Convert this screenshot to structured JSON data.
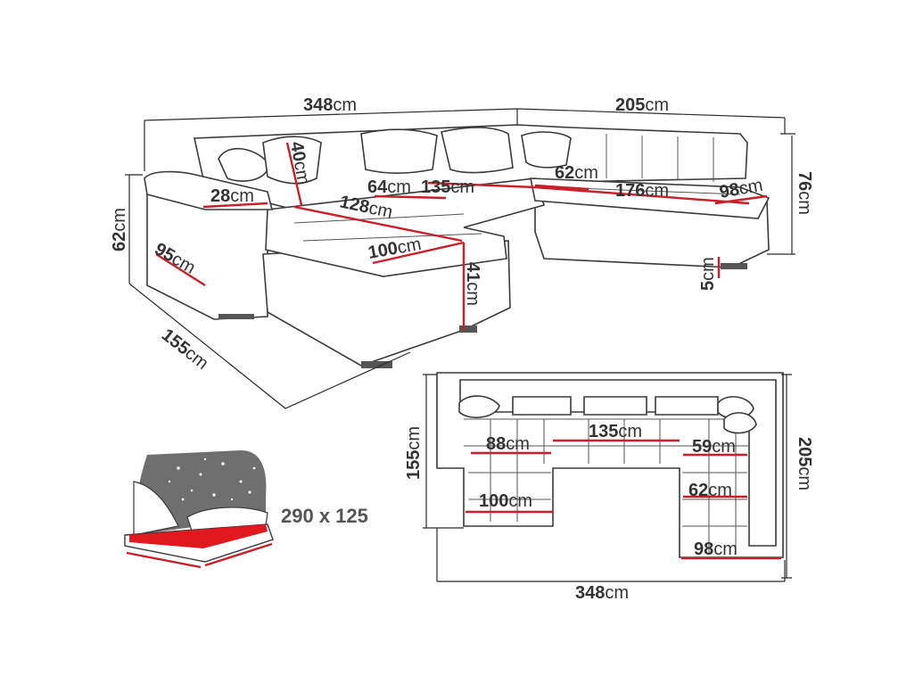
{
  "colors": {
    "accent": "#c8202a",
    "ink": "#333333",
    "bed_fill": "#e0191e",
    "stars_bg": "#6f6f6f"
  },
  "icons": [
    "sofa-perspective-drawing",
    "sofa-top-view-drawing",
    "bed-function-icon"
  ],
  "perspective": {
    "width_left": {
      "num": "348",
      "unit": "cm"
    },
    "width_right": {
      "num": "205",
      "unit": "cm"
    },
    "height_left": {
      "num": "62",
      "unit": "cm"
    },
    "height_right": {
      "num": "76",
      "unit": "cm"
    },
    "depth_left": {
      "num": "155",
      "unit": "cm"
    },
    "backrest_h": {
      "num": "40",
      "unit": "cm"
    },
    "arm_w": {
      "num": "28",
      "unit": "cm"
    },
    "arm_d": {
      "num": "95",
      "unit": "cm"
    },
    "seat_64": {
      "num": "64",
      "unit": "cm"
    },
    "seat_135": {
      "num": "135",
      "unit": "cm"
    },
    "seat_128": {
      "num": "128",
      "unit": "cm"
    },
    "seat_100": {
      "num": "100",
      "unit": "cm"
    },
    "seat_41": {
      "num": "41",
      "unit": "cm"
    },
    "seat_62": {
      "num": "62",
      "unit": "cm"
    },
    "seat_176": {
      "num": "176",
      "unit": "cm"
    },
    "seat_98": {
      "num": "98",
      "unit": "cm"
    },
    "legs_5": {
      "num": "5",
      "unit": "cm"
    }
  },
  "topview": {
    "depth_left": {
      "num": "155",
      "unit": "cm"
    },
    "depth_right": {
      "num": "205",
      "unit": "cm"
    },
    "width_bottom": {
      "num": "348",
      "unit": "cm"
    },
    "m_88": {
      "num": "88",
      "unit": "cm"
    },
    "m_135": {
      "num": "135",
      "unit": "cm"
    },
    "m_59": {
      "num": "59",
      "unit": "cm"
    },
    "m_62": {
      "num": "62",
      "unit": "cm"
    },
    "m_100": {
      "num": "100",
      "unit": "cm"
    },
    "m_98": {
      "num": "98",
      "unit": "cm"
    }
  },
  "bed": {
    "size": "290 x 125"
  }
}
